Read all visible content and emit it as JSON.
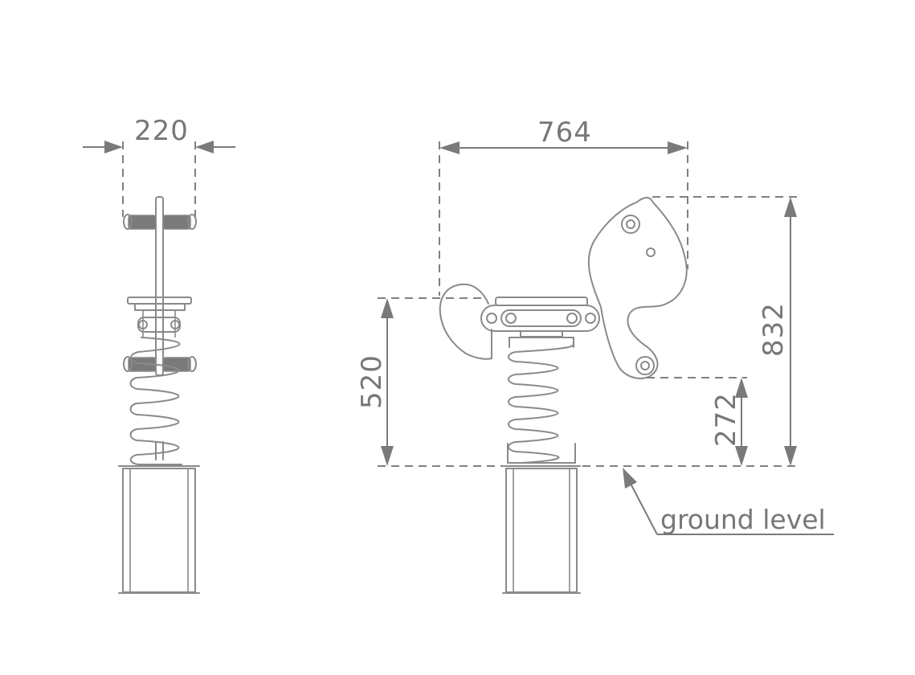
{
  "colors": {
    "stroke": "#8a8a8a",
    "dimension": "#7a7a7a",
    "text": "#777777",
    "background": "#ffffff"
  },
  "front_view": {
    "width_label": "220"
  },
  "side_view": {
    "length_label": "764",
    "total_height_label": "832",
    "seat_height_label": "520",
    "foot_height_label": "272",
    "ground_label": "ground level"
  }
}
